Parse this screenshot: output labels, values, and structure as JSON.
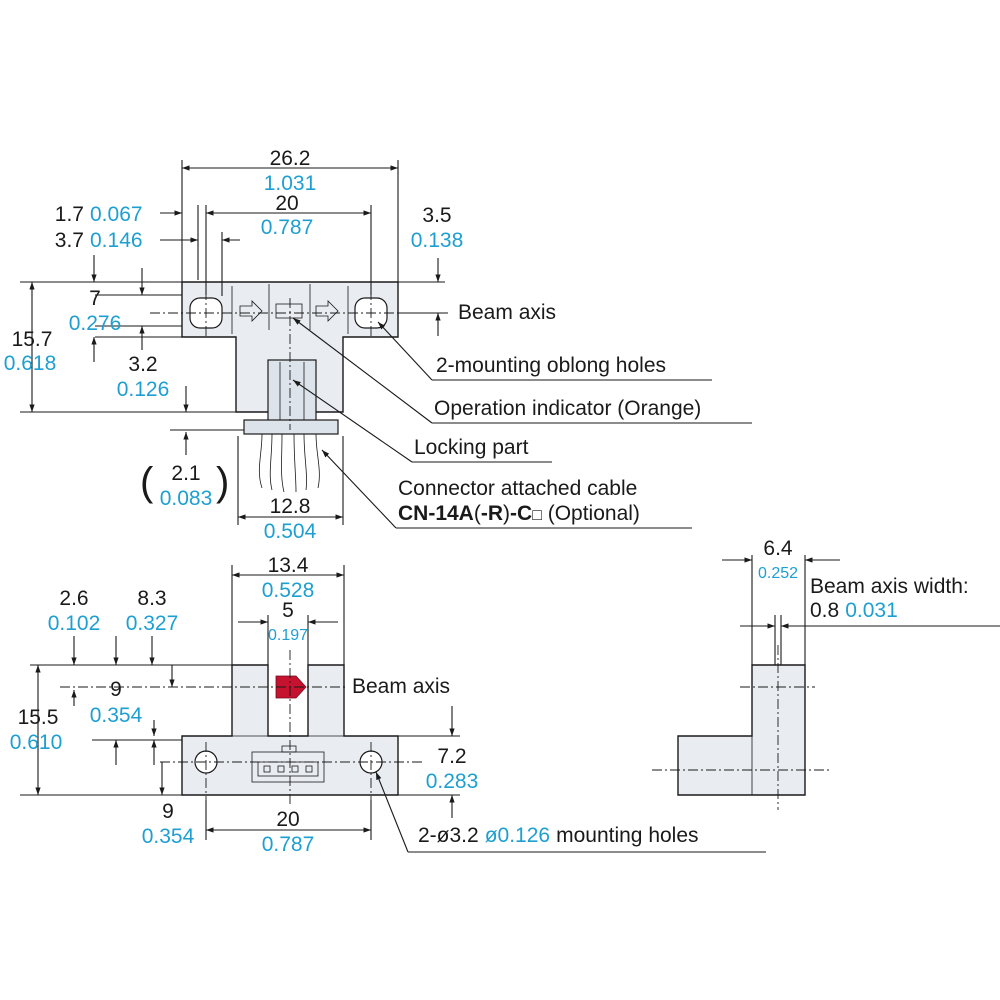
{
  "colors": {
    "inch": "#1e9fd2",
    "mm": "#1a1a1a",
    "beam_arrow": "#c4122f",
    "body_fill": "#e9edf2"
  },
  "top_view": {
    "overall_width": {
      "mm": "26.2",
      "in": "1.031"
    },
    "dim_a": {
      "mm": "1.7",
      "in": "0.067"
    },
    "dim_b": {
      "mm": "3.7",
      "in": "0.146"
    },
    "hole_pitch": {
      "mm": "20",
      "in": "0.787"
    },
    "dim_right": {
      "mm": "3.5",
      "in": "0.138"
    },
    "height": {
      "mm": "15.7",
      "in": "0.618"
    },
    "flange": {
      "mm": "7",
      "in": "0.276"
    },
    "dim_c": {
      "mm": "3.2",
      "in": "0.126"
    },
    "connector_offset": {
      "mm": "2.1",
      "in": "0.083",
      "open": "(",
      "close": ")"
    },
    "connector_width": {
      "mm": "12.8",
      "in": "0.504"
    },
    "beam_axis_label": "Beam axis",
    "mounting_holes_label": "2-mounting oblong holes",
    "indicator_label": "Operation indicator (Orange)",
    "locking_label": "Locking part",
    "cable_label": "Connector attached cable",
    "cable_part_bold_1": "CN-14A",
    "cable_part_normal_1": "(",
    "cable_part_bold_2": "-R",
    "cable_part_normal_2": ")",
    "cable_part_bold_3": "-C",
    "cable_part_box": "□",
    "cable_part_optional": " (Optional)"
  },
  "front_view": {
    "slot_outer": {
      "mm": "13.4",
      "in": "0.528"
    },
    "slot_width": {
      "mm": "5",
      "in": "0.197"
    },
    "dim_d": {
      "mm": "2.6",
      "in": "0.102"
    },
    "dim_e": {
      "mm": "8.3",
      "in": "0.327"
    },
    "beam_height": {
      "mm": "9",
      "in": "0.354"
    },
    "height": {
      "mm": "15.5",
      "in": "0.610"
    },
    "base_height": {
      "mm": "7.2",
      "in": "0.283"
    },
    "bottom_dim": {
      "mm": "9",
      "in": "0.354"
    },
    "hole_pitch": {
      "mm": "20",
      "in": "0.787"
    },
    "beam_axis_label": "Beam axis",
    "mounting_holes_mm": "2-ø3.2",
    "mounting_holes_in": "ø0.126",
    "mounting_holes_text": "mounting holes"
  },
  "side_view": {
    "width": {
      "mm": "6.4",
      "in": "0.252"
    },
    "beam_width_label": "Beam axis width:",
    "beam_width": {
      "mm": "0.8",
      "in": "0.031"
    }
  }
}
